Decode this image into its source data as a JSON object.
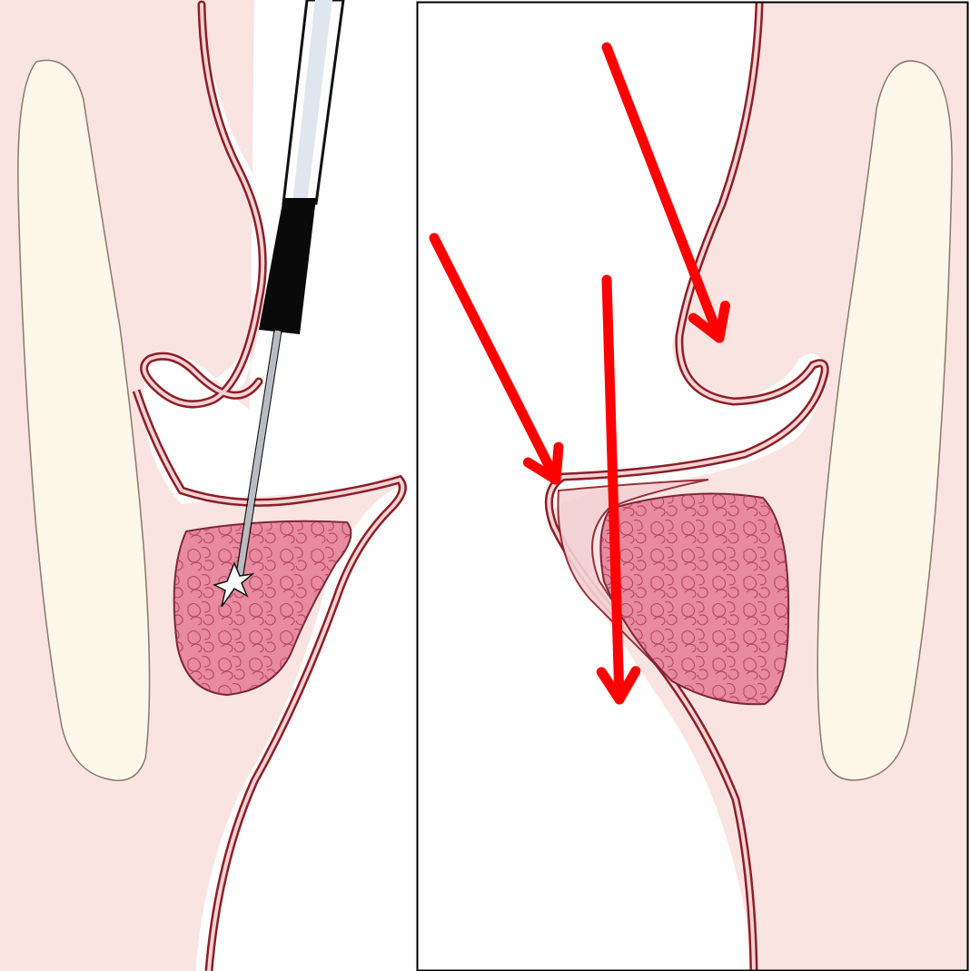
{
  "colors": {
    "background": "#ffffff",
    "soft_tissue": "#f9e4e2",
    "bone_fill": "#fcf7e9",
    "bone_outline": "#8a7a6a",
    "wall_outer": "#8c1e24",
    "wall_inner": "#f4d2d5",
    "tumor_fill": "#e88aa0",
    "tumor_outline": "#7a2636",
    "tumor_texture": "#a8324a",
    "probe_shaft": "#ffffff",
    "probe_stripe": "#dfe6ee",
    "probe_outline": "#111111",
    "probe_grip": "#0a0a0a",
    "needle": "#b8bcc2",
    "arrow": "#ff0000",
    "panel_border": "#000000"
  },
  "panels": [
    {
      "id": "left",
      "content": "needle-probe-ablation"
    },
    {
      "id": "right",
      "content": "flow-arrows"
    }
  ],
  "arrows": [
    {
      "name": "upper-flow-arrow"
    },
    {
      "name": "lateral-flow-arrow"
    },
    {
      "name": "central-flow-arrow"
    }
  ]
}
